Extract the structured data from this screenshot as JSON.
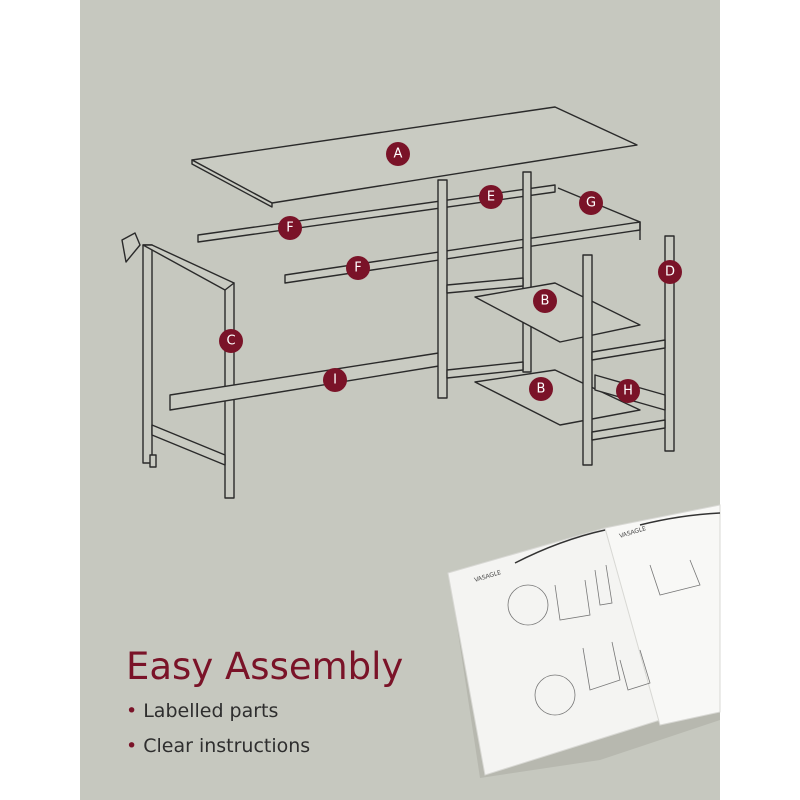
{
  "heading": "Easy Assembly",
  "bullets": [
    "Labelled parts",
    "Clear instructions"
  ],
  "part_labels": {
    "A": "A",
    "B1": "B",
    "B2": "B",
    "C": "C",
    "D": "D",
    "E": "E",
    "F1": "F",
    "F2": "F",
    "G": "G",
    "H": "H",
    "I": "I"
  },
  "booklet": {
    "brand_left": "VASAGLE",
    "brand_right": "VASAGLE"
  },
  "colors": {
    "background": "#c6c8bf",
    "accent": "#7a1328",
    "text": "#2e2e2e"
  }
}
